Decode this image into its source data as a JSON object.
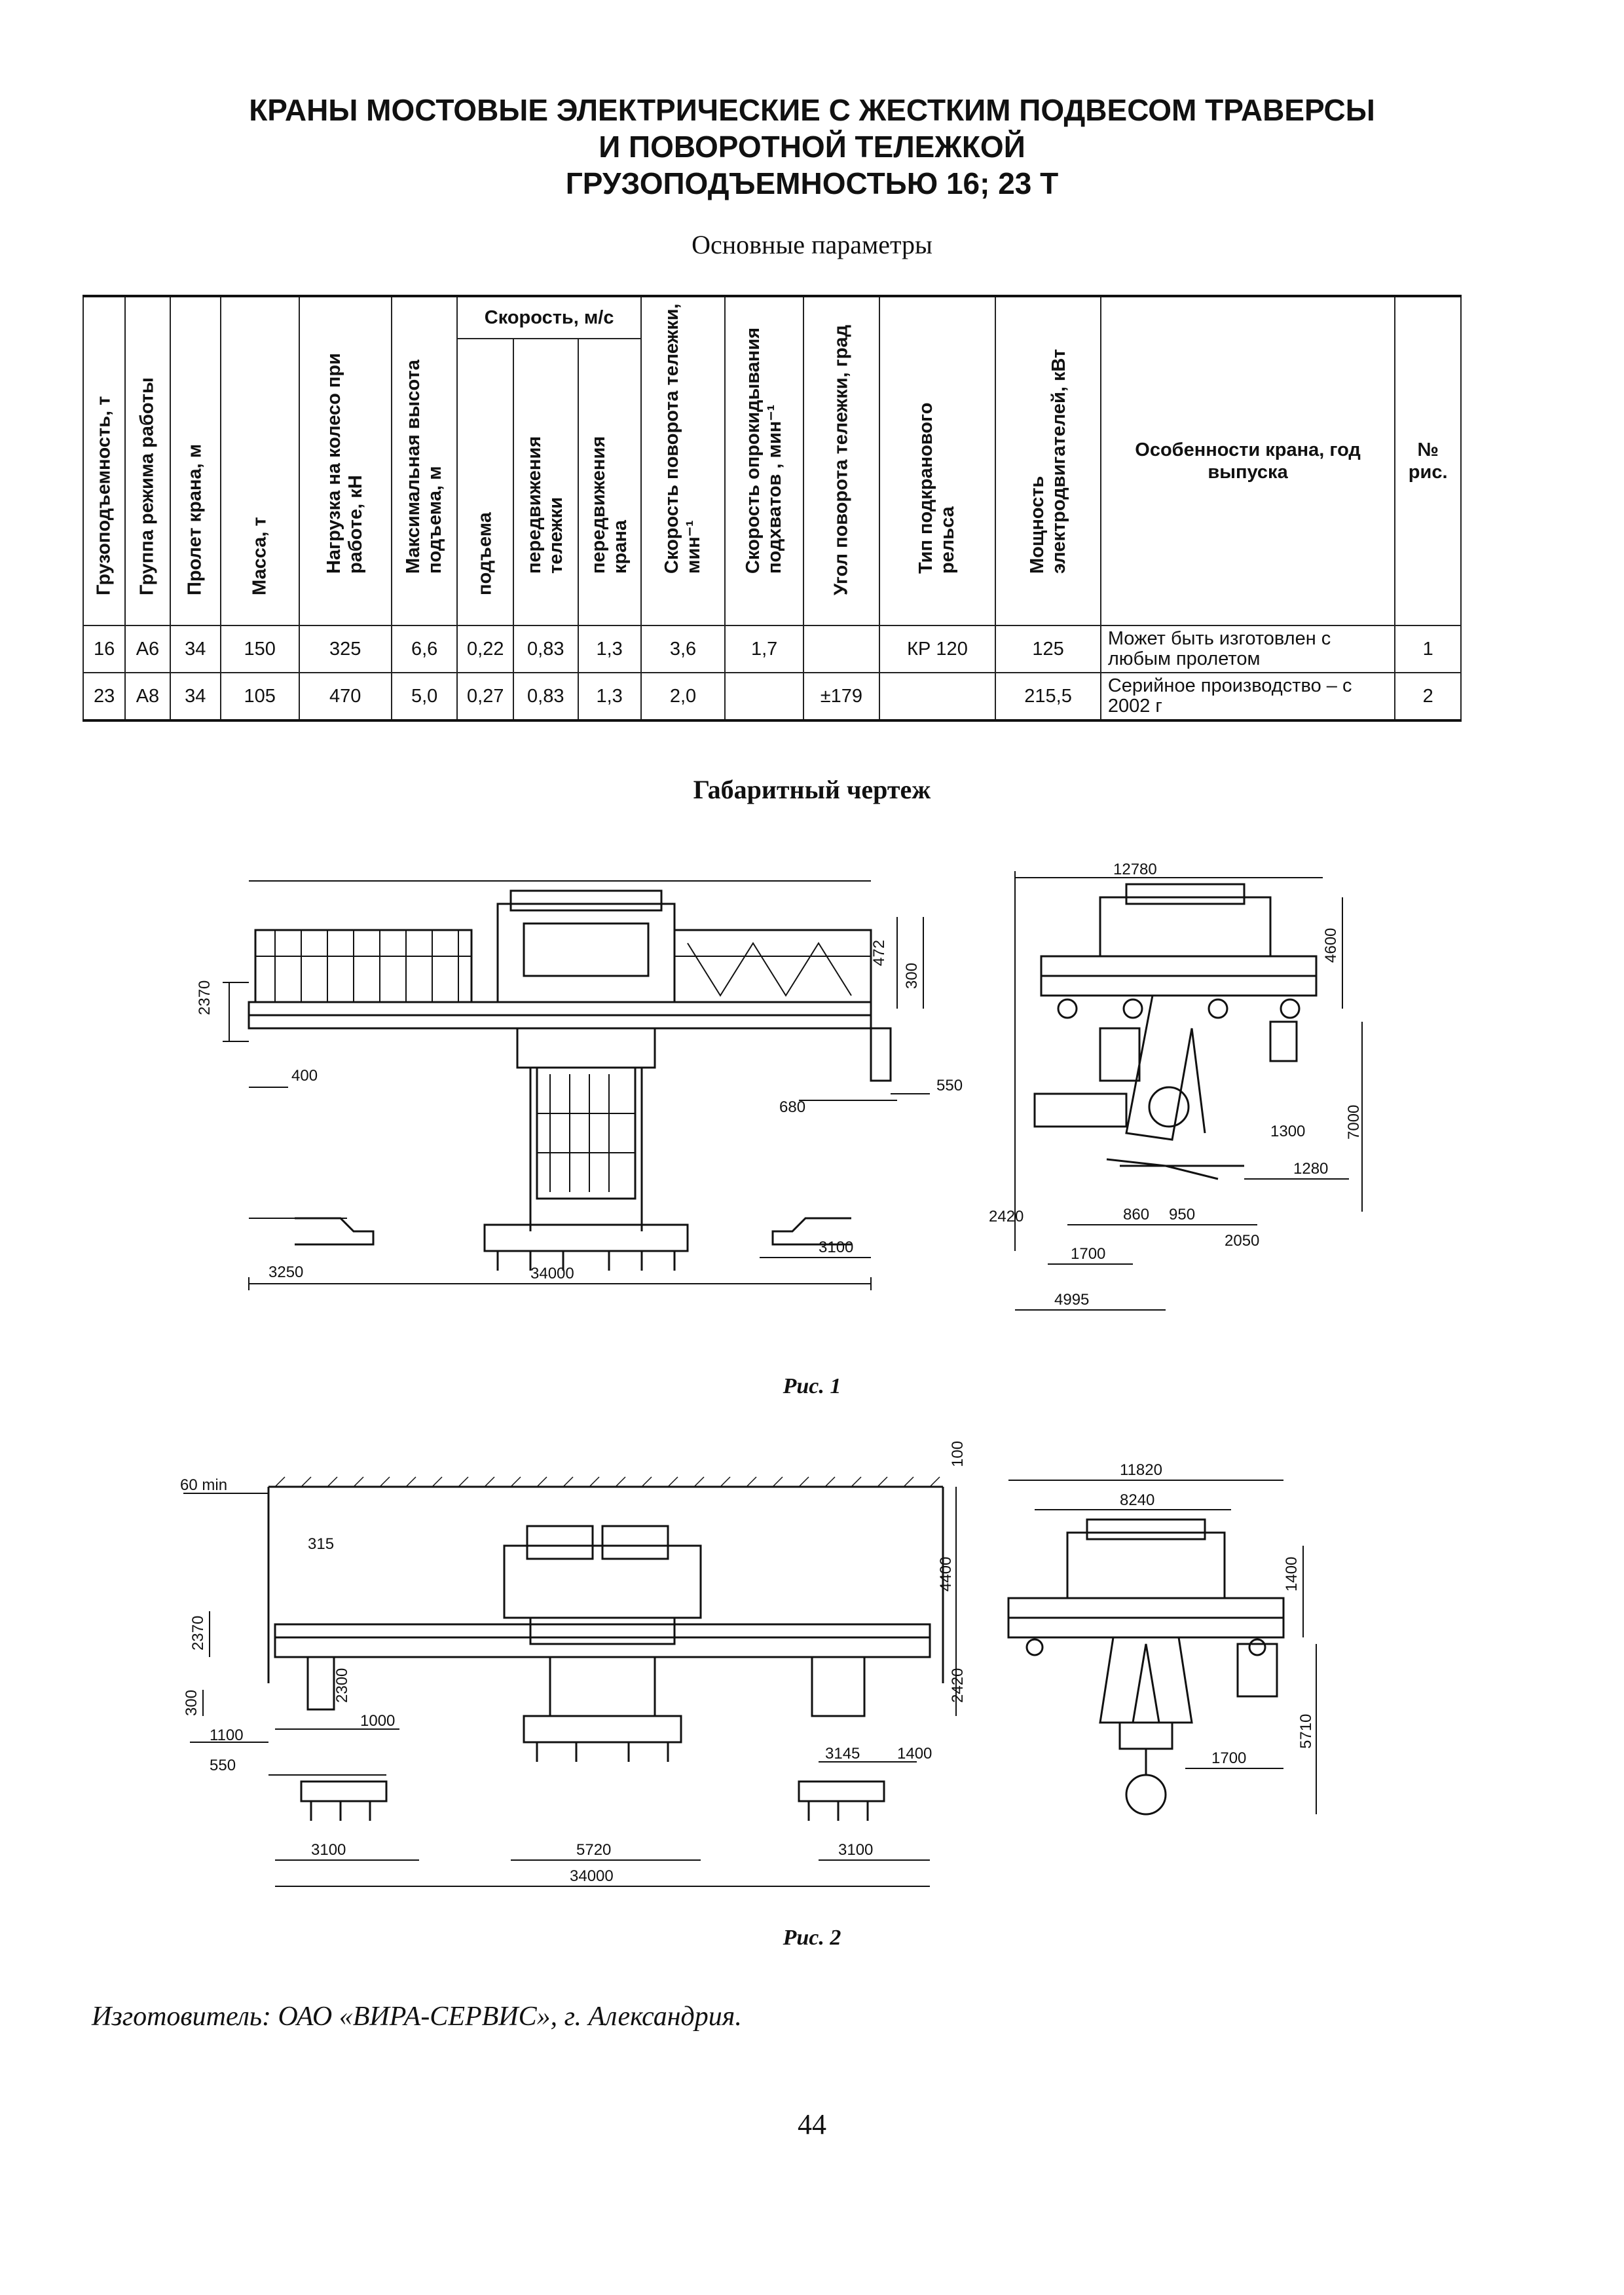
{
  "document": {
    "title_lines": [
      "КРАНЫ МОСТОВЫЕ ЭЛЕКТРИЧЕСКИЕ С ЖЕСТКИМ ПОДВЕСОМ ТРАВЕРСЫ",
      "И ПОВОРОТНОЙ ТЕЛЕЖКОЙ",
      "ГРУЗОПОДЪЕМНОСТЬЮ 16; 23 Т"
    ],
    "table_title": "Основные параметры",
    "drawing_title": "Габаритный чертеж",
    "manufacturer": "Изготовитель: ОАО «ВИРА-СЕРВИС», г. Александрия.",
    "page_number": "44"
  },
  "table": {
    "headers": {
      "capacity": "Грузоподъемность, т",
      "duty_group": "Группа режима работы",
      "span": "Пролет крана, м",
      "mass": "Масса, т",
      "wheel_load": "Нагрузка на колесо при работе, кН",
      "lift_height": "Максимальная высота подъема, м",
      "speed_group": "Скорость, м/с",
      "speed_lift": "подъема",
      "speed_trolley": "передвижения тележки",
      "speed_crane": "передвижения крана",
      "trolley_rotation": "Скорость поворота тележки, мин⁻¹",
      "tilt_speed": "Скорость опрокидывания подхватов , мин⁻¹",
      "rotation_angle": "Угол поворота тележки, град",
      "rail_type": "Тип подкранового рельса",
      "power": "Мощность электродвигателей, кВт",
      "features": "Особенности крана, год выпуска",
      "fig_no": "№ рис."
    },
    "rows": [
      {
        "capacity": "16",
        "duty": "А6",
        "span": "34",
        "mass": "150",
        "wheel": "325",
        "height": "6,6",
        "v_lift": "0,22",
        "v_trolley": "0,83",
        "v_crane": "1,3",
        "rot_speed": "3,6",
        "tilt": "1,7",
        "angle": "",
        "rail": "КР 120",
        "power": "125",
        "features": "Может быть изготовлен с любым пролетом",
        "fig": "1"
      },
      {
        "capacity": "23",
        "duty": "А8",
        "span": "34",
        "mass": "105",
        "wheel": "470",
        "height": "5,0",
        "v_lift": "0,27",
        "v_trolley": "0,83",
        "v_crane": "1,3",
        "rot_speed": "2,0",
        "tilt": "",
        "angle": "±179",
        "rail": "",
        "power": "215,5",
        "features": "Серийное производство – с 2002 г",
        "fig": "2"
      }
    ]
  },
  "figure1": {
    "caption": "Рис. 1",
    "dims_front": {
      "d2370": "2370",
      "d400": "400",
      "d3250": "3250",
      "d34000": "34000",
      "d472": "472",
      "d300": "300",
      "d680": "680",
      "d550": "550",
      "d3100": "3100"
    },
    "dims_side": {
      "d12780": "12780",
      "d4600": "4600",
      "d7000": "7000",
      "d1300": "1300",
      "d1280": "1280",
      "d2420": "2420",
      "d860": "860",
      "d950": "950",
      "d2050": "2050",
      "d1700": "1700",
      "d4995": "4995"
    }
  },
  "figure2": {
    "caption": "Рис. 2",
    "dims_front": {
      "d60min": "60 min",
      "d315": "315",
      "d2370": "2370",
      "d2300": "2300",
      "d300": "300",
      "d1100": "1100",
      "d1000": "1000",
      "d550": "550",
      "d3100a": "3100",
      "d5720": "5720",
      "d34000": "34000",
      "d3145": "3145",
      "d1400": "1400",
      "d3100b": "3100",
      "d100": "100",
      "d4400": "4400",
      "d2420": "2420"
    },
    "dims_side": {
      "d11820": "11820",
      "d8240": "8240",
      "d1400": "1400",
      "d5710": "5710",
      "d1700": "1700"
    }
  }
}
